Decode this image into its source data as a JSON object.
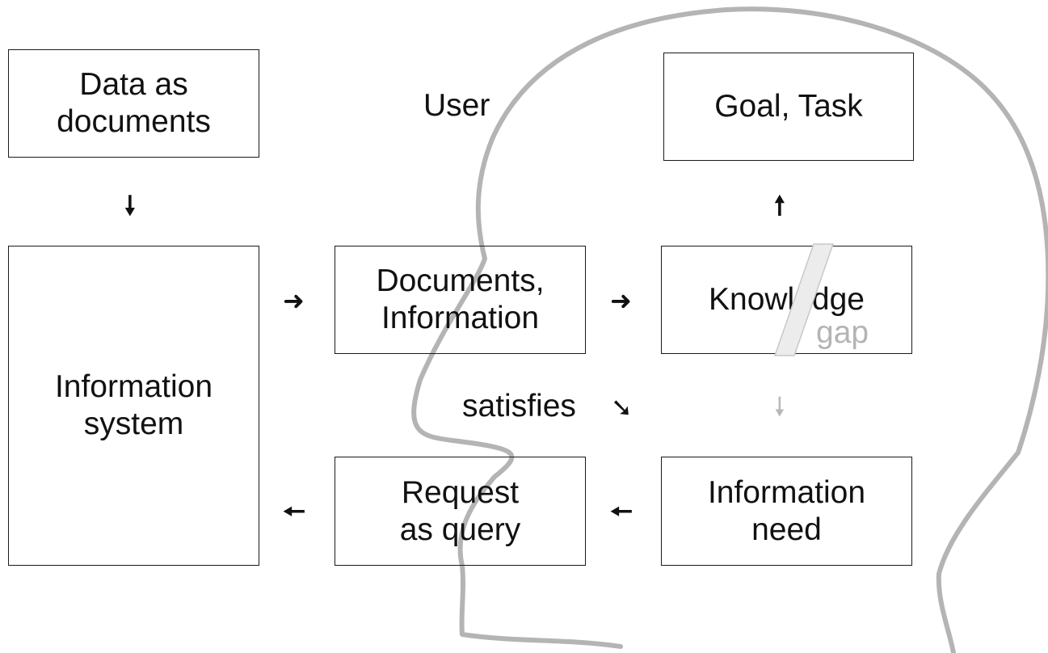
{
  "boxes": {
    "data_as_documents": [
      "Data as",
      "documents"
    ],
    "information_system": [
      "Information",
      "system"
    ],
    "documents_information": [
      "Documents,",
      "Information"
    ],
    "request_as_query": [
      "Request",
      "as query"
    ],
    "goal_task": [
      "Goal, Task"
    ],
    "knowledge": [
      "Knowledge"
    ],
    "information_need": [
      "Information",
      "need"
    ]
  },
  "labels": {
    "user": "User",
    "satisfies": "satisfies",
    "gap": "gap"
  },
  "arrows": {
    "down": "🠗",
    "right": "➜",
    "left": "🠔",
    "up": "🠕",
    "diag": "➘"
  },
  "colors": {
    "outline": "#b4b4b4",
    "box_border": "#1a1a1a",
    "muted": "#b8b8b8"
  }
}
